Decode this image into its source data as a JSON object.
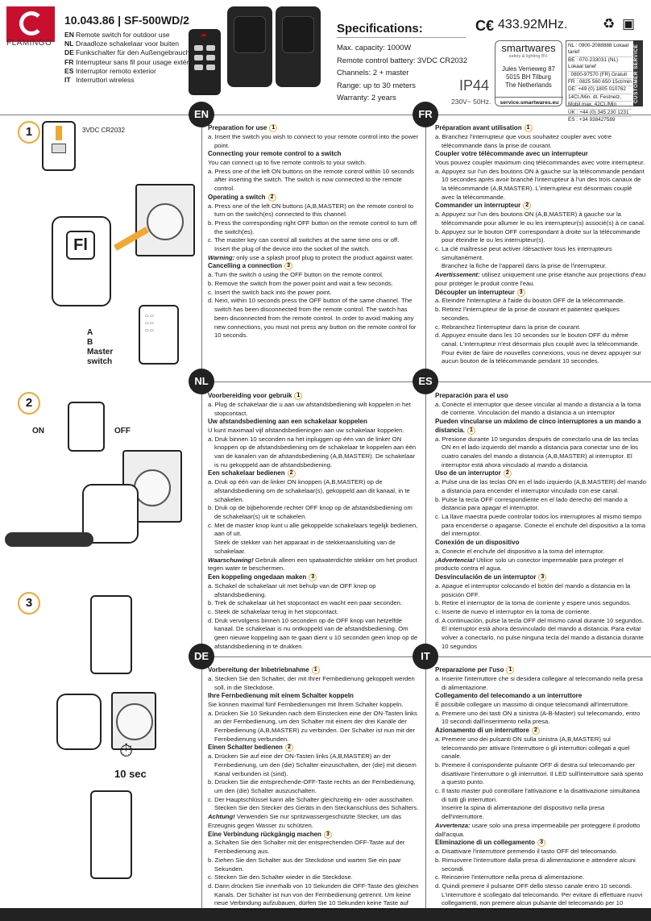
{
  "header": {
    "brand": "FLAMINGO",
    "model": "10.043.86 | SF-500WD/2",
    "languages": [
      {
        "code": "EN",
        "text": "Remote switch for outdoor use"
      },
      {
        "code": "NL",
        "text": "Draadloze schakelaar voor buiten"
      },
      {
        "code": "DE",
        "text": "Funkschalter für den Außengebrauch"
      },
      {
        "code": "FR",
        "text": "Interrupteur sans fil pour usage extérieur"
      },
      {
        "code": "ES",
        "text": "Interruptor remoto exterior"
      },
      {
        "code": "IT",
        "text": "Interruttori wireless"
      }
    ],
    "spec_title": "Specifications:",
    "specs": [
      "Max. capacity: 1000W",
      "Remote control battery: 3VDC CR2032",
      "Channels: 2 + master",
      "Range: up to 30 meters",
      "Warranty: 2 years"
    ],
    "ip": "IP44",
    "voltage": "230V~ 50Hz.",
    "freq": "433.92MHz.",
    "smartwares": {
      "name": "smartwares",
      "tag": "safety & lighting BV.",
      "addr": [
        "Jules Verneweg 87",
        "5015 BH Tilburg",
        "The Netherlands"
      ],
      "url": "service.smartwares.eu"
    },
    "phones": [
      "NL : 0900-2088888      Lokaal tarief",
      "BE : 070-233031 (NL) Lokaal tarief",
      "      : 0800-97570 (FR) Gratuit",
      "FR : 0825 560 650        15ct/min",
      "DE: +49 (0) 1805 010762",
      "      14Ct./Min. dt. Festnetz,",
      "      Mobil max. 42Ct./Min",
      "UK : +44 (0) 345 230 1231",
      "ES : +34 938427589"
    ],
    "customer_service": "CUSTOMER SERVICE"
  },
  "illus": {
    "step1": "1",
    "battery": "3VDC CR2032",
    "a": "A",
    "b": "B",
    "master": "Master",
    "switch": "switch",
    "step2": "2",
    "on": "ON",
    "off": "OFF",
    "step3": "3",
    "timer": "10 sec"
  },
  "badges": {
    "en": "EN",
    "fr": "FR",
    "nl": "NL",
    "es": "ES",
    "de": "DE",
    "it": "IT"
  },
  "sections": {
    "en": [
      {
        "h": "Preparation for use",
        "n": "1"
      },
      {
        "i": "a. Insert the switch you wish to connect to your remote control into the power point."
      },
      {
        "h": "Connecting your remote control to a switch"
      },
      {
        "p": "You can connect up to five remote controls to your switch."
      },
      {
        "i": "a. Press one of the left ON buttons on the remote control within 10 seconds after inserting the switch. The switch is now connected to the remote control."
      },
      {
        "h": "Operating a switch",
        "n": "2"
      },
      {
        "i": "a. Press one of the left ON buttons (A,B,MASTER) on the remote control to turn on the switch(es) connected to this channel."
      },
      {
        "i": "b. Press the corresponding right OFF button on the remote control to turn off the switch(es)."
      },
      {
        "i": "c. The master key can control all switches at the same time ons or off."
      },
      {
        "i2": "Insert the plug of the device into the socket of the switch."
      },
      {
        "w": "Warning:",
        "p": " only use a splash proof plug to protect the product against water."
      },
      {
        "h": "Cancelling a connection",
        "n": "3"
      },
      {
        "i": "a. Turn the switch o using the OFF button on the remote control."
      },
      {
        "i": "b. Remove the switch from the power point and wait a few seconds."
      },
      {
        "i": "c. Insert the switch back into the power point."
      },
      {
        "i": "d. Next, within 10 seconds press the OFF button of the same channel. The switch has been disconnected from the remote control. The switch has been disconnected from the remote control. In order to avoid making any new connections, you must not press any button on the remote control for 10 seconds."
      }
    ],
    "fr": [
      {
        "h": "Préparation avant utilisation",
        "n": "1"
      },
      {
        "i": "a. Branchez l'interrupteur que vous souhaitez coupler avec votre télécommande dans la prise de courant."
      },
      {
        "h": "Coupler votre télécommande avec un interrupteur"
      },
      {
        "p": "Vous pouvez coupler maximum cinq télécommandes avec votre interrupteur."
      },
      {
        "i": "a. Appuyez sur l'un des boutons ON à gauche sur la télécommande pendant 10 secondes après avoir branché l'interrupteur à l'un des trois canaux de la télécommande (A,B,MASTER). L'interrupteur est désormais couplé avec la télécommande."
      },
      {
        "h": "Commander un interrupteur",
        "n": "2"
      },
      {
        "i": "a. Appuyez sur l'un des boutons ON (A,B,MASTER) à gauche sur la télécommande pour allumer le ou les interrupteur(s) associé(s) à ce canal."
      },
      {
        "i": "b. Appuyez sur le bouton OFF correspondant à droite sur la télécommande pour éteindre le ou les interrupteur(s)."
      },
      {
        "i": "c. La clé maîtresse peut activer /désactiver tous les interrupteurs simultanément."
      },
      {
        "i2": "Branchez la fiche de l'appareil dans la prise de l'interrupteur."
      },
      {
        "w": "Avertissement:",
        "p": " utilisez uniquement une prise étanche aux projections d'eau pour protéger le produit contre l'eau."
      },
      {
        "h": "Découpler un interrupteur",
        "n": "3"
      },
      {
        "i": "a. Eteindre l'interrupteur à l'aide du bouton OFF de la télécommande."
      },
      {
        "i": "b. Retirez l'interrupteur de la prise de courant et patientez quelques secondes."
      },
      {
        "i": "c. Rebranchez l'interrupteur dans la prise de courant."
      },
      {
        "i": "d.  Appuyez ensuite dans les 10 secondes sur le bouton OFF du même canal. L'interrupteur n'est désormais plus couplé avec la télécommande. Pour éviter de faire de nouvelles connexions, vous ne devez appuyer sur aucun bouton de la télécommande pendant 10 secondes."
      }
    ],
    "nl": [
      {
        "h": "Voorbereiding voor gebruik",
        "n": "1"
      },
      {
        "i": "a. Plug de schakelaar die u aan uw afstandsbediening wilt koppelen in het stopcontact."
      },
      {
        "h": "Uw afstandsbediening aan een schakelaar koppelen"
      },
      {
        "p": "U kunt maximaal vijf afstandsbedieningen aan uw schakelaar koppelen."
      },
      {
        "i": "a. Druk binnen 10 seconden na het inpluggen op één van de linker ON knoppen op de afstandsbediening om de schakelaar te koppelen aan één van de kanalen van de afstandsbediening (A,B,MASTER). De schakelaar is nu gekoppeld aan de afstandsbediening."
      },
      {
        "h": "Een schakelaar bedienen",
        "n": "2"
      },
      {
        "i": "a. Druk op één van de linker ON knoppen (A,B,MASTER) op de afstandsbediening om de schakelaar(s), gekoppeld aan dit kanaal, in te schakelen."
      },
      {
        "i": "b. Druk op de bijbehorende rechter OFF knop op de afstandsbediening om de schakelaar(s) uit te schakelen."
      },
      {
        "i": "c. Met de master knop kunt u alle gekoppelde schakelaars tegelijk bedienen, aan of uit."
      },
      {
        "i2": "Steek de stekker van het apparaat in de stekkeraansluiting van de schakelaar."
      },
      {
        "w": "Waarschuwing!",
        "p": " Gebruik alleen een spatwaterdichte stekker om het product tegen water te beschermen."
      },
      {
        "h": "Een koppeling ongedaan maken",
        "n": "3"
      },
      {
        "i": "a. Schakel de schakelaar uit met behulp van de OFF knop op afstandsbediening."
      },
      {
        "i": "b. Trek de schakelaar uit het stopcontact en wacht een paar seconden."
      },
      {
        "i": "c. Steek de schakelaar terug in het stopcontact."
      },
      {
        "i": "d. Druk vervolgens binnen 10 seconden op de OFF knop van hetzelfde kanaal. De schakelaar is nu ontkoppeld van de afstandsbediening. Om geen nieuwe koppeling aan te gaan dient u 10 seconden geen knop op de afstandsbediening in te drukken."
      }
    ],
    "es": [
      {
        "h": "Preparación para el uso"
      },
      {
        "i": "a. Conecte el interruptor que desee vincular al mando a distancia a la toma de corriente. Vinculación del mando a distancia a un interruptor"
      },
      {
        "h": "Pueden vincularse un máximo de cinco interruptores a un mando a distancia.",
        "n": "1"
      },
      {
        "i": "a. Presione durante 10 segundos después de conectarlo una de las teclas ON en el lado izquierdo del mando a distancia para conectar uno de los cuatro canales del mando a distancia (A,B,MASTER) al interruptor. El interruptor está ahora vinculado al mando a distancia."
      },
      {
        "h": "Uso de un interruptor",
        "n": "2"
      },
      {
        "i": "a. Pulse una de las teclas ON en el lado izquierdo (A,B,MASTER) del mando a distancia para encender el interruptor vinculado con ese canal."
      },
      {
        "i": "b. Pulse la tecla OFF correspondiente en el lado derecho del mando a distancia para apagar el interruptor."
      },
      {
        "i": "c. La llave maestra puede controlar todos los interruptores al mismo tiempo para encenderse o apagarse. Conecte el enchufe del dispositivo a la toma del interruptor."
      },
      {
        "h": "Conexión de un dispositivo"
      },
      {
        "i": "a. Conecte el enchufe del dispositivo a la toma del interruptor."
      },
      {
        "w": "¡Advertencia!",
        "p": " Utilice solo un conector impermeable para proteger el producto contra el agua."
      },
      {
        "h": "Desvinculación de un interruptor",
        "n": "3"
      },
      {
        "i": "a. Apague el interruptor colocando el botón del mando a distancia en la posición OFF."
      },
      {
        "i": "b. Retire el interruptor de la toma de corriente y espere unos segundos."
      },
      {
        "i": "c. Inserte de nuevo el interruptor en la toma de corriente."
      },
      {
        "i": "d. A continuación, pulse la tecla OFF del mismo canal durante 10 segundos. El interruptor está ahora desvinculado del mando a distancia. Para evitar volver a conectarlo, no pulse ninguna tecla del mando a distancia durante 10 segundos"
      }
    ],
    "de": [
      {
        "h": "Vorbereitung der Inbetriebnahme",
        "n": "1"
      },
      {
        "i": "a. Stecken Sie den Schalter, der mit Ihrer Fernbedienung gekoppelt werden soll, in die Steckdose."
      },
      {
        "h": "Ihre Fernbedienung mit einem Schalter koppeln"
      },
      {
        "p": "Sie können maximal fünf Fernbedienungen mit Ihrem Schalter koppeln."
      },
      {
        "i": "a. Drücken Sie 10 Sekunden nach dem Einstecken eine der ON-Tasten links an der Fernbedienung, um den Schalter mit einem der drei Kanäle der Fernbedienung (A,B,MASTER) zu verbinden. Der Schalter ist nun mit der Fernbedienung verbunden."
      },
      {
        "h": "Einen Schalter bedienen",
        "n": "2"
      },
      {
        "i": "a. Drücken Sie auf eine der ON-Tasten links (A,B,MASTER) an der Fernbedienung, um den (die) Schalter einzuschalten, der (die) mit diesem Kanal verbunden ist (sind)."
      },
      {
        "i": "b. Drücken Sie die entsprechende-OFF-Taste rechts an der Fernbedienung, um den (die) Schalter auszuschalten."
      },
      {
        "i": "c. Der Hauptschlüssel kann alle Schalter gleichzeitig ein- oder ausschalten."
      },
      {
        "i2": "Stecken Sie den Stecker des Geräts in den Steckanschluss des Schalters."
      },
      {
        "w": "Achtung!",
        "p": " Verwenden Sie nur spritzwassergeschützte Stecker, um das Erzeugnis gegen Wasser zu schützen."
      },
      {
        "h": "Eine Verbindung rückgängig machen",
        "n": "3"
      },
      {
        "i": "a. Schalten Sie den Schalter mit der entsprechenden OFF-Taste auf der Fernbedienung aus."
      },
      {
        "i": "b. Ziehen Sie den Schalter aus der Steckdose und warten Sie ein paar Sekunden."
      },
      {
        "i": "c. Stecken Sie den Schalter wieder in die Steckdose."
      },
      {
        "i": "d. Dann drücken Sie innerhalb von 10 Sekunden die OFF-Taste des gleichen Kanals. Der Schalter ist nun von der Fernbedienung getrennt. Um keine neue Verbindung aufzubauen, dürfen Sie 10 Sekunden keine Taste auf der Fernbedienung drücken"
      }
    ],
    "it": [
      {
        "h": "Preparazione per l'uso",
        "n": "1"
      },
      {
        "i": "a. Inserire l'interruttore che si desidera collegare al telecomando nella presa di alimentazione."
      },
      {
        "h": "Collegamento del telecomando a un interruttore"
      },
      {
        "p": "È possibile collegare un massimo di cinque telecomandi all'interruttore."
      },
      {
        "i": "a. Premere uno dei tasti ON a sinistra (A-B-Master) sul telecomando, entro 10 secondi dall'inserimento nella presa."
      },
      {
        "h": "Azionamento di un interruttore",
        "n": "2"
      },
      {
        "i": "a. Premere uno dei pulsanti ON sulla sinistra (A,B,MASTER) sul telecomando per attivare l'interruttore o gli interruttori collegati a quel canale."
      },
      {
        "i": "b. Premere il corrispondente pulsante OFF di destra sul telecomando per disattivare l'interruttore o gli interruttori. Il LED sull'interruttore sarà spento a questo punto."
      },
      {
        "i": "c. Il tasto master può controllare l'attivazione e la disattivazione simultanea di tutti gli interruttori."
      },
      {
        "i2": "Inserire la spina di alimentazione del dispositivo nella presa dell'interruttore."
      },
      {
        "w": "Avvertenza:",
        "p": " usare solo una presa impermeabile per proteggere il prodotto dall'acqua."
      },
      {
        "h": "Eliminazione di un collegamento",
        "n": "3"
      },
      {
        "i": "a. Disattivare l'interruttore premendo il tasto OFF del telecomando."
      },
      {
        "i": "b. Rimuovere l'interruttore dalla presa di alimentazione e attendere alcuni secondi."
      },
      {
        "i": "c. Reinserire l'interruttore nella presa di alimentazione."
      },
      {
        "i": "d. Quindi premere il pulsante OFF dello stesso canale entro 10 secondi. L'interruttore è scollegato dal telecomando. Per evitare di effettuare nuovi collegamenti, non premere alcun pulsante del telecomando per 10 secondi."
      }
    ]
  }
}
